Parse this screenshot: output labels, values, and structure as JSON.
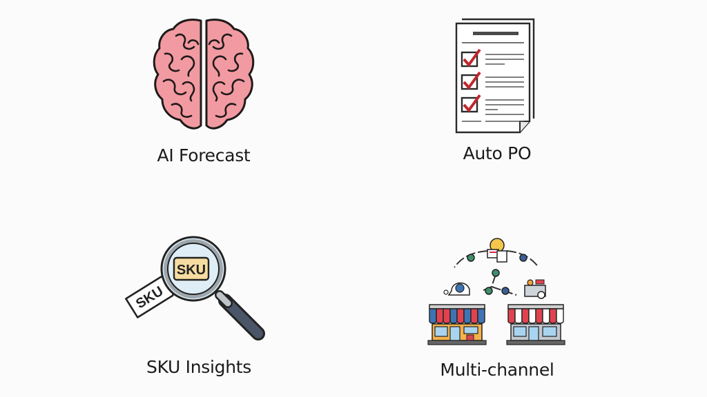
{
  "background": "#fbfbfb",
  "features": [
    {
      "label": "AI Forecast",
      "icon": "brain-icon",
      "color": "#f0919a"
    },
    {
      "label": "Auto PO",
      "icon": "checklist-document-icon",
      "color": "#c0262d"
    },
    {
      "label": "SKU Insights",
      "icon": "magnifier-sku-tag-icon",
      "lens_tag_text": "SKU",
      "tag_text": "SKU",
      "color": "#f6dca0"
    },
    {
      "label": "Multi-channel",
      "icon": "connected-storefronts-icon",
      "colors": [
        "#e0434f",
        "#3f74b4",
        "#f4b24a"
      ]
    }
  ]
}
